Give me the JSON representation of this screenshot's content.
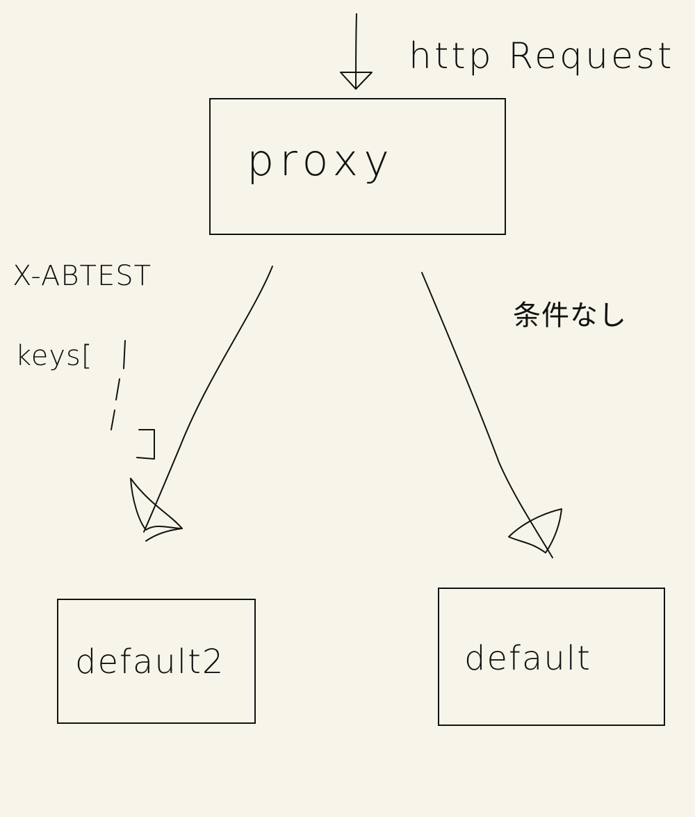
{
  "diagram": {
    "input": {
      "label": "http Request"
    },
    "nodes": {
      "proxy": {
        "label": "proxy"
      },
      "default2": {
        "label": "default2"
      },
      "default": {
        "label": "default"
      }
    },
    "edges": {
      "left": {
        "header_label": "X-ABTEST",
        "keys_label": "keys["
      },
      "right": {
        "label": "条件なし"
      }
    }
  }
}
